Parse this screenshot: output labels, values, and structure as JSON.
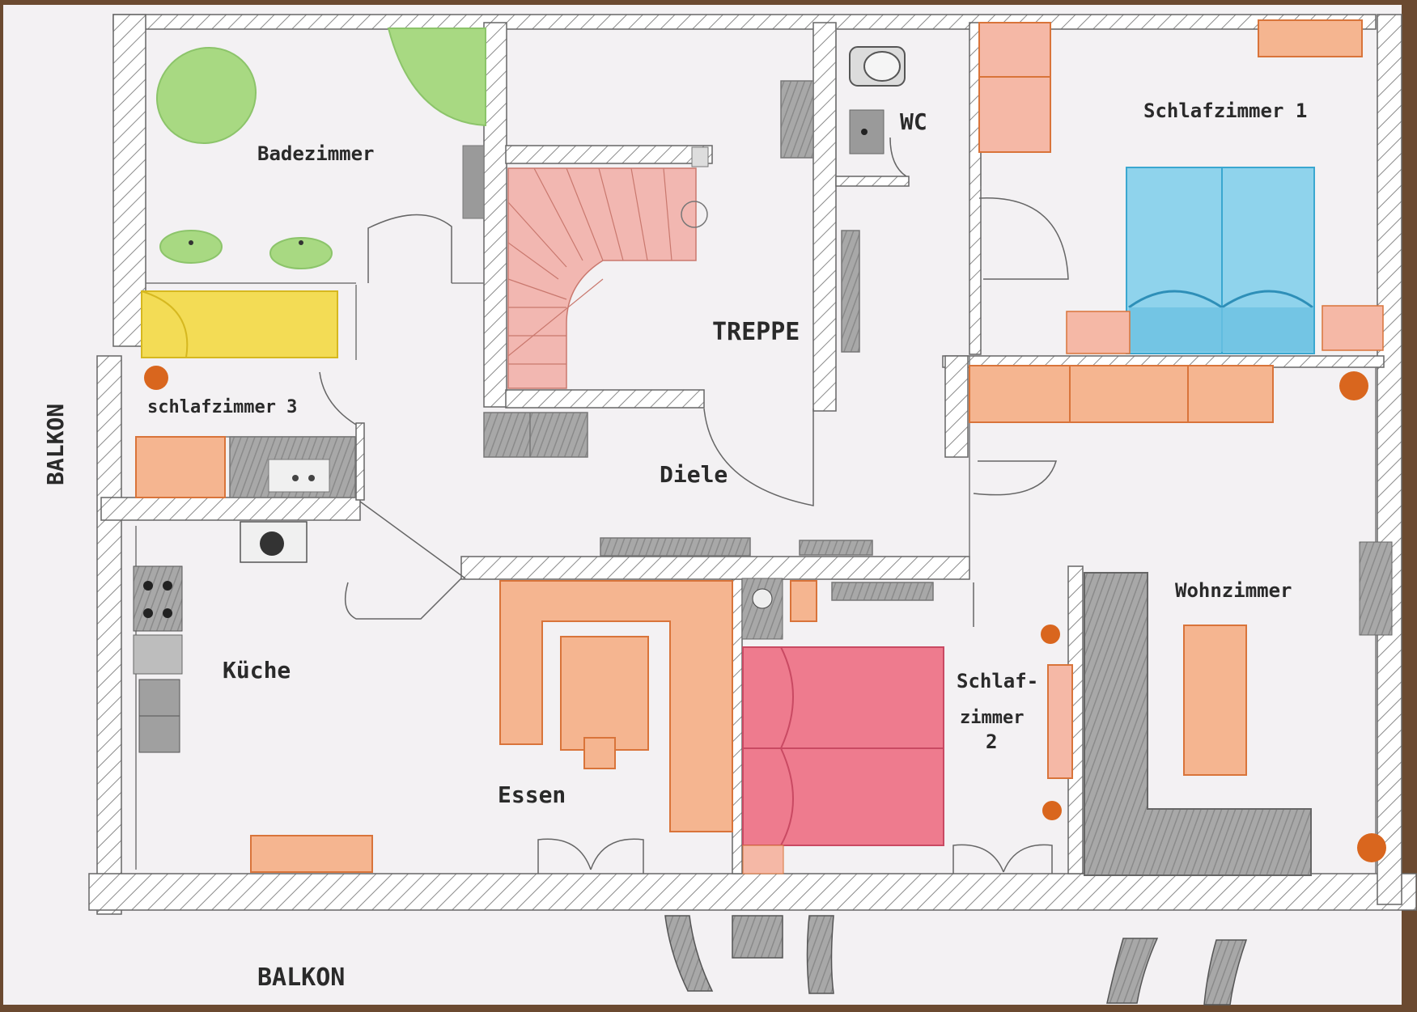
{
  "plan": {
    "rooms": {
      "badezimmer": "Badezimmer",
      "schlafzimmer3": "schlafzimmer 3",
      "treppe": "TREPPE",
      "wc": "WC",
      "schlafzimmer1": "Schlafzimmer 1",
      "diele": "Diele",
      "kueche": "Küche",
      "essen": "Essen",
      "schlafzimmer2_line1": "Schlaf-",
      "schlafzimmer2_line2": "zimmer",
      "schlafzimmer2_line3": "2",
      "wohnzimmer": "Wohnzimmer"
    },
    "outside": {
      "balkon_left": "BALKON",
      "balkon_bottom": "BALKON"
    }
  },
  "colors": {
    "paper": "#f3f1f3",
    "wood": "#6b4a30",
    "wall_line": "#555555",
    "green": "#9fd77a",
    "yellow": "#f0dc4a",
    "orange": "#f0a070",
    "orange_line": "#d9743a",
    "red_bed": "#ef7a8a",
    "blue_bed": "#7fcbe6",
    "grey": "#9a9a9a",
    "dot": "#d9661e"
  }
}
